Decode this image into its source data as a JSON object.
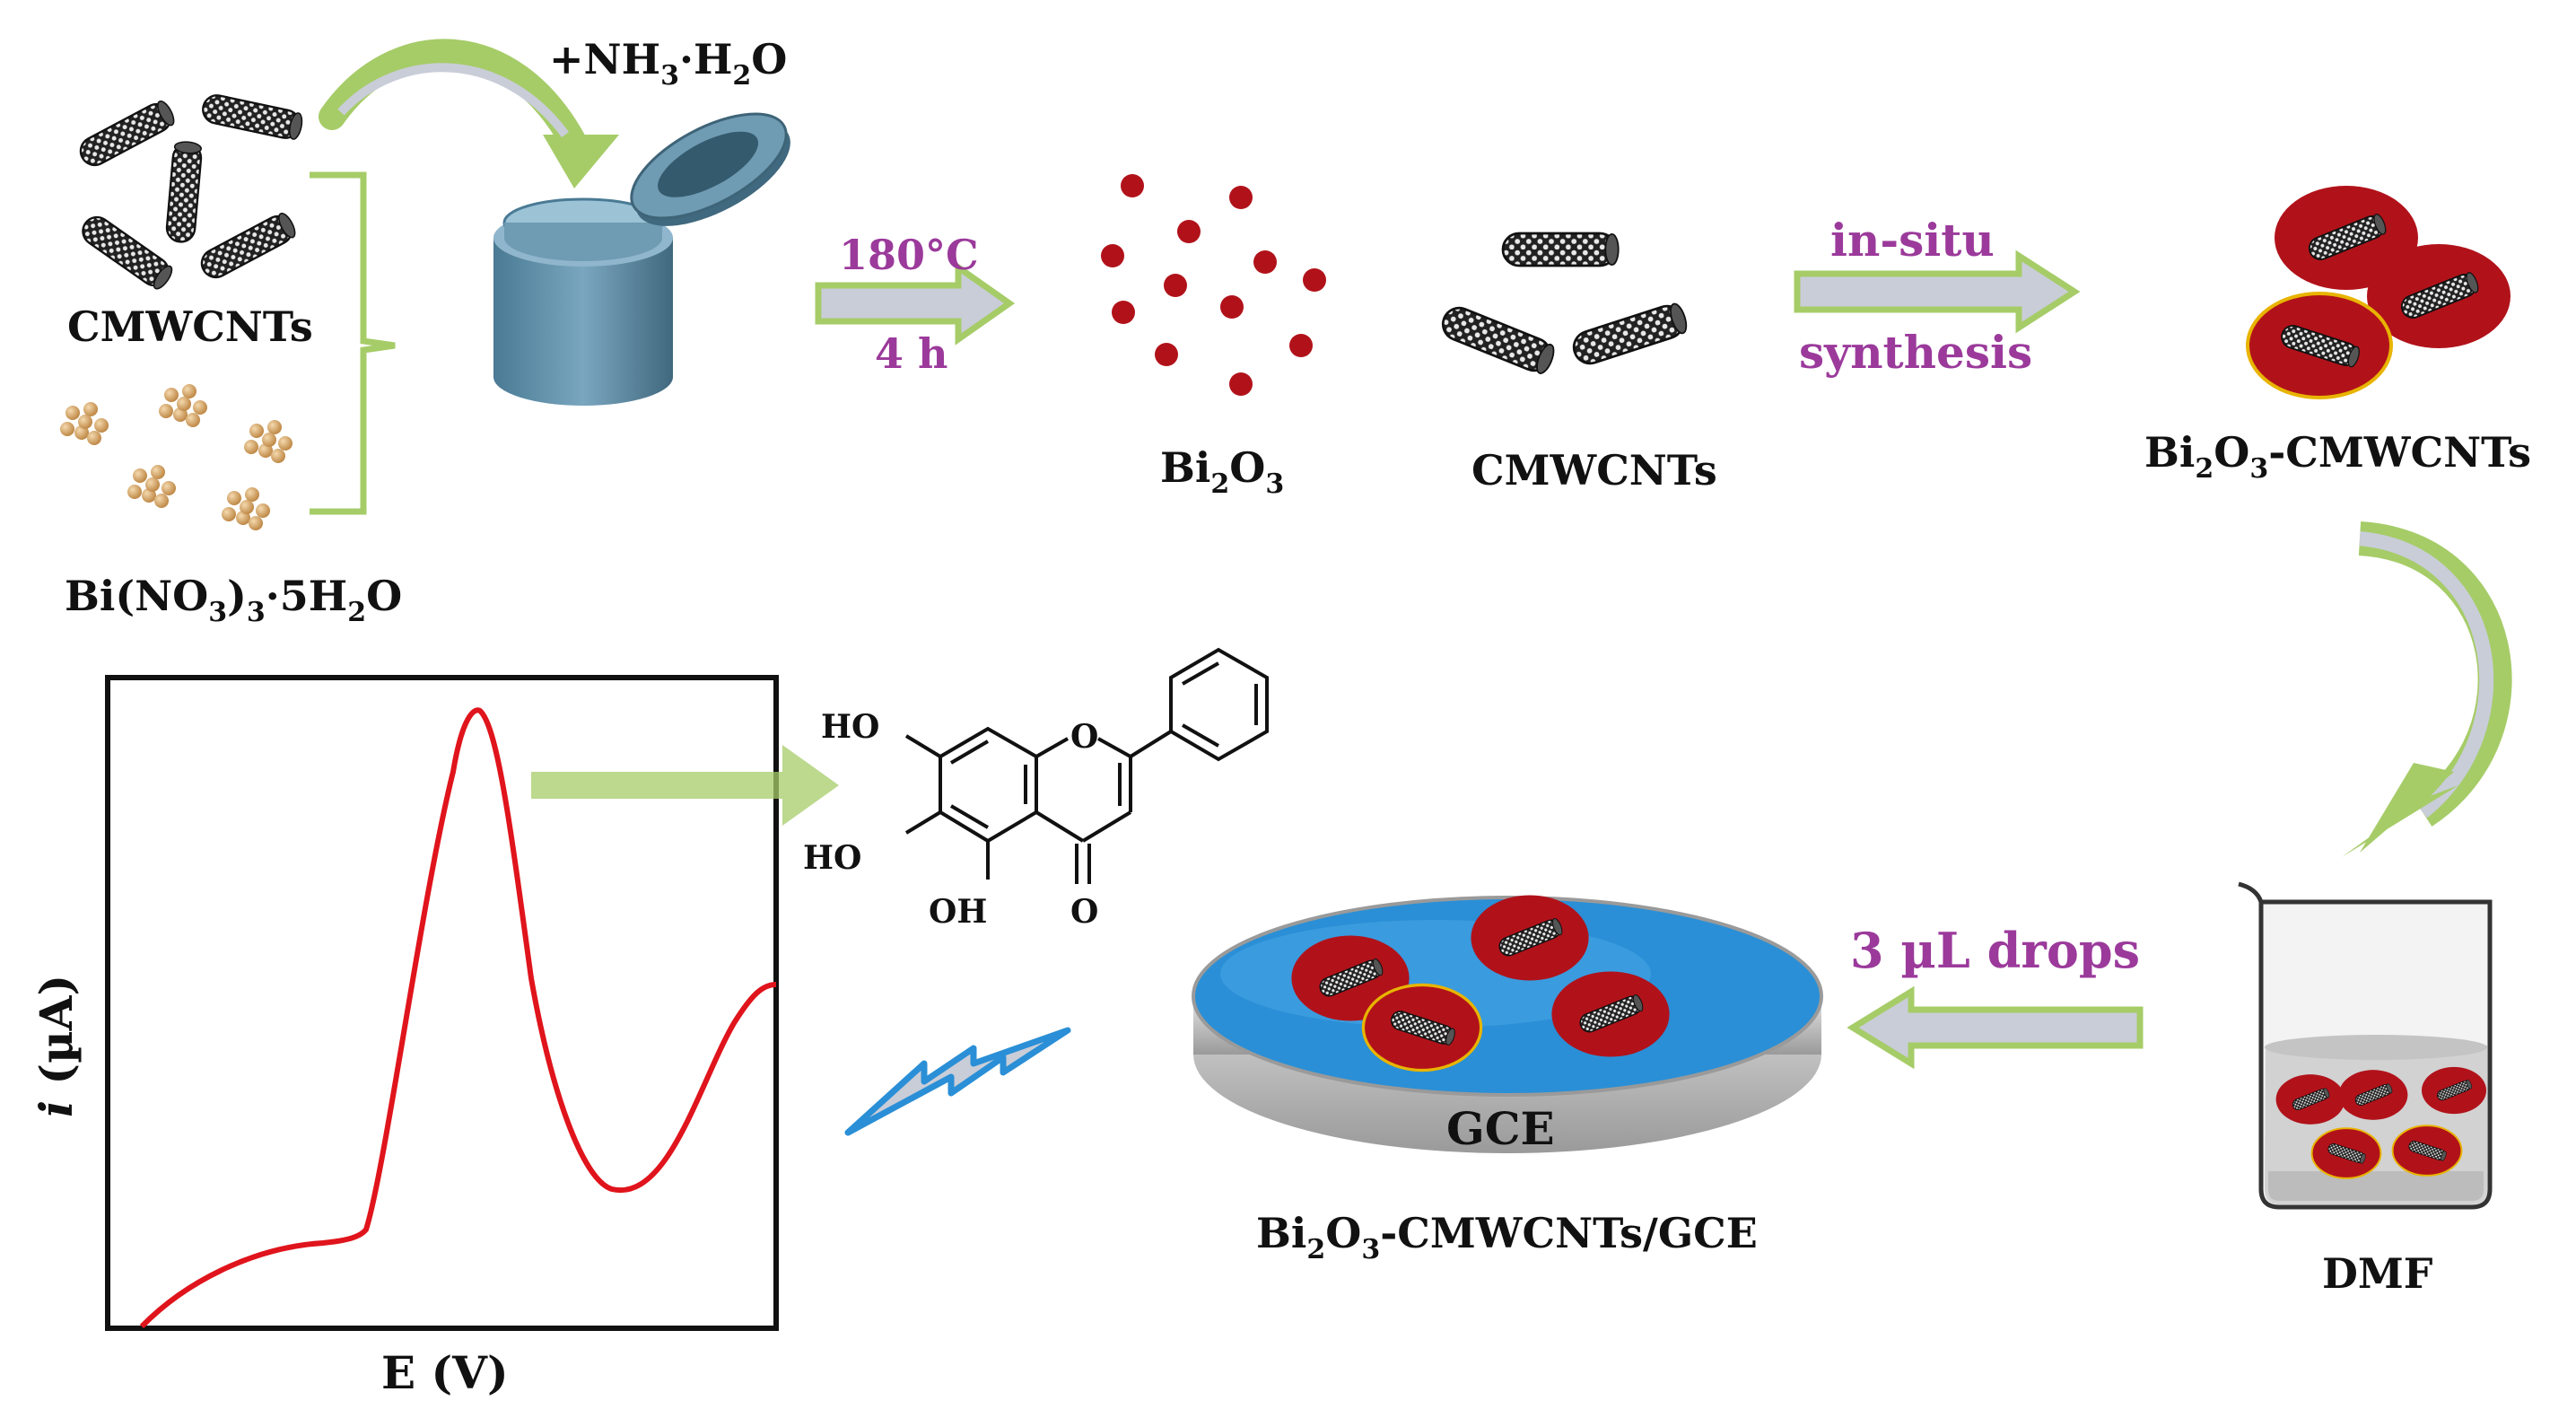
{
  "labels": {
    "reagent_nh3": "+NH",
    "reagent_nh3_sub": "3",
    "reagent_nh3_tail": "·H",
    "reagent_nh3_sub2": "2",
    "reagent_nh3_end": "O",
    "cmwcnts_left": "CMWCNTs",
    "bi_nitrate_a": "Bi(NO",
    "bi_nitrate_s1": "3",
    "bi_nitrate_b": ")",
    "bi_nitrate_s2": "3",
    "bi_nitrate_c": "·5H",
    "bi_nitrate_s3": "2",
    "bi_nitrate_d": "O",
    "cond_temp": "180°C",
    "cond_time": "4 h",
    "bi2o3_a": "Bi",
    "bi2o3_s1": "2",
    "bi2o3_b": "O",
    "bi2o3_s2": "3",
    "cmwcnts_mid": "CMWCNTs",
    "insitu_1": "in-situ",
    "insitu_2": "synthesis",
    "composite_a": "Bi",
    "composite_s1": "2",
    "composite_b": "O",
    "composite_s2": "3",
    "composite_c": "-CMWCNTs",
    "dmf": "DMF",
    "drops": "3 µL drops",
    "gce": "GCE",
    "electrode_a": "Bi",
    "electrode_s1": "2",
    "electrode_b": "O",
    "electrode_s2": "3",
    "electrode_c": "-CMWCNTs/GCE",
    "axis_x": "E (V)",
    "axis_y_i": "i",
    "axis_y_unit": " (µA)"
  },
  "molecule": {
    "ho1": "HO",
    "ho2": "HO",
    "oh": "OH",
    "o_ring": "O",
    "o_keto": "O"
  },
  "colors": {
    "arrow_green": "#a6cc68",
    "arrow_fill": "#c9cdd8",
    "purple_text": "#9b3a9b",
    "bi2o3_red": "#b1121a",
    "curve_red": "#e0141c",
    "electrode_blue": "#2a8fd6",
    "reactor_blue": "#5f8ea8"
  },
  "chart_data": {
    "type": "line",
    "xlabel": "E (V)",
    "ylabel": "i (µA)"
  }
}
